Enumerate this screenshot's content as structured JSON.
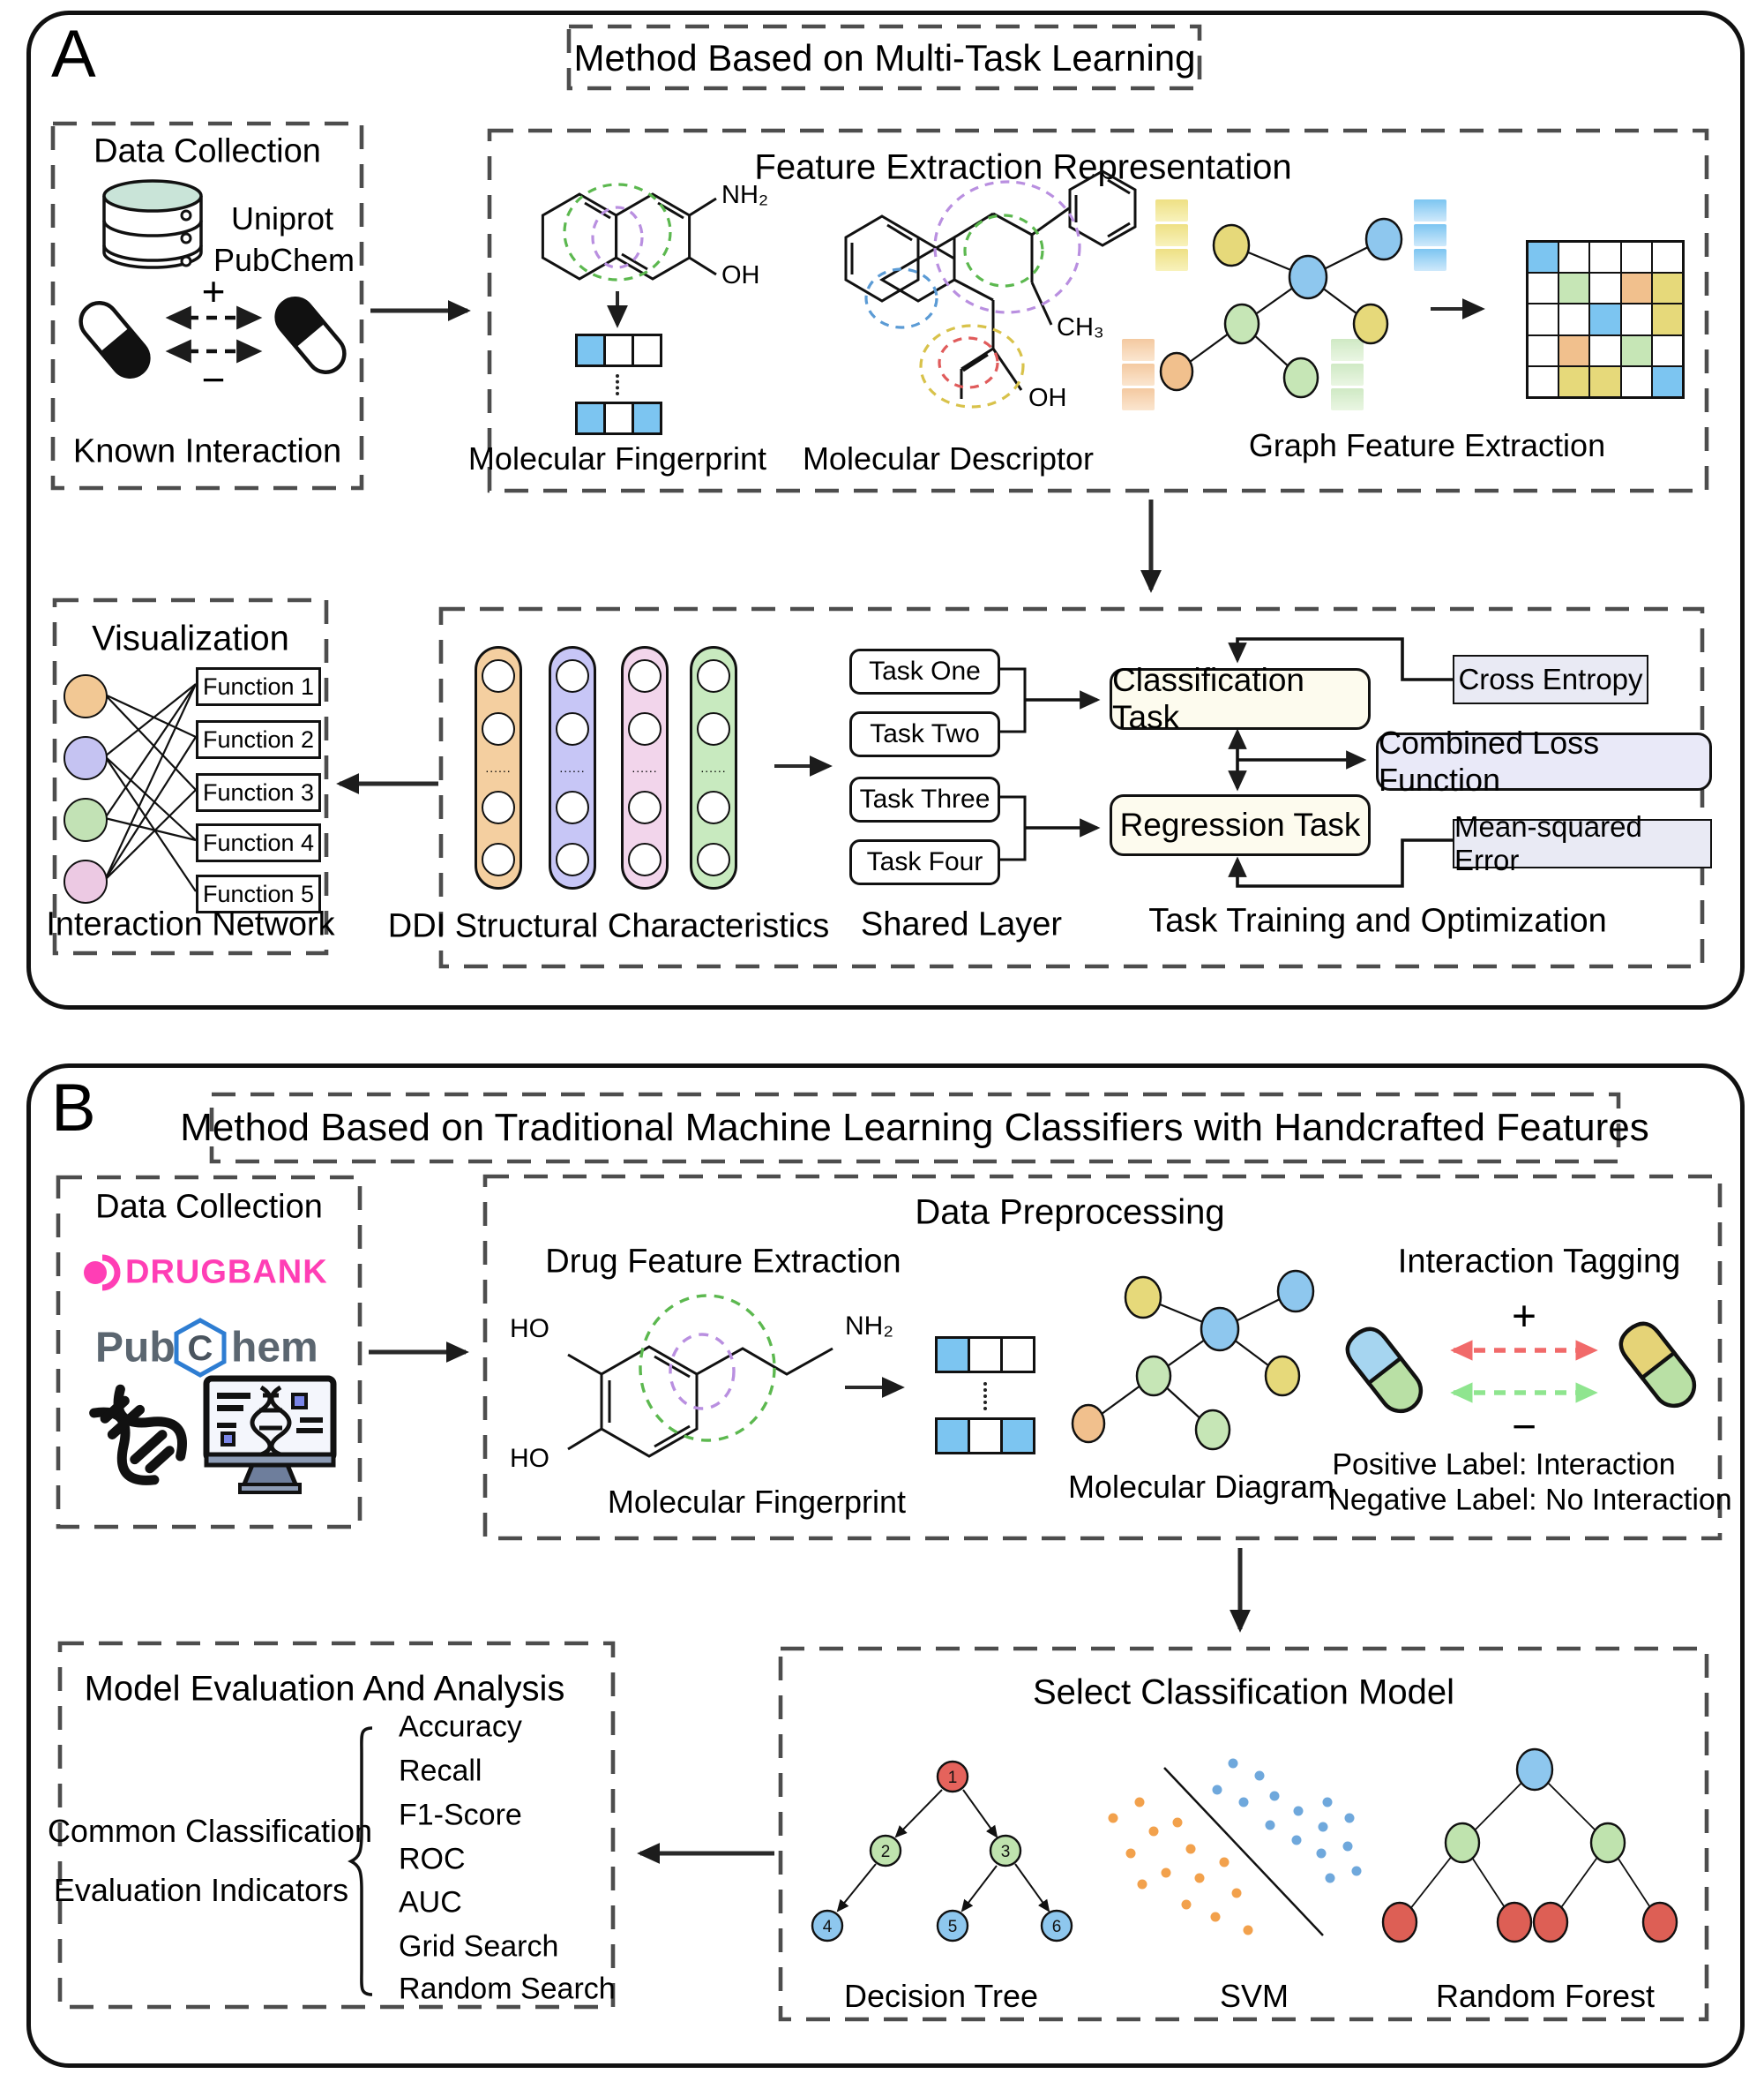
{
  "panelA": {
    "label": "A",
    "title": "Method Based on Multi-Task Learning",
    "data_collection": {
      "title": "Data Collection",
      "uniprot": "Uniprot",
      "pubchem": "PubChem",
      "plus": "+",
      "minus": "−",
      "caption": "Known Interaction"
    },
    "feature_extraction": {
      "title": "Feature Extraction Representation",
      "nh2": "NH₂",
      "oh1": "OH",
      "ch3": "CH₃",
      "oh2": "OH",
      "fingerprint_label": "Molecular Fingerprint",
      "descriptor_label": "Molecular Descriptor",
      "graph_label": "Graph Feature Extraction"
    },
    "visualization": {
      "title": "Visualization",
      "functions": [
        "Function 1",
        "Function 2",
        "Function 3",
        "Function 4",
        "Function 5"
      ],
      "caption": "Interaction Network"
    },
    "multitask": {
      "ddi_label": "DDI Structural Characteristics",
      "dots": "......",
      "tasks": [
        "Task One",
        "Task Two",
        "Task Three",
        "Task Four"
      ],
      "shared_layer": "Shared Layer",
      "classification": "Classification Task",
      "regression": "Regression Task",
      "cross_entropy": "Cross Entropy",
      "combined_loss": "Combined Loss Function",
      "mse": "Mean-squared Error",
      "training_label": "Task Training and Optimization"
    }
  },
  "panelB": {
    "label": "B",
    "title": "Method Based on Traditional Machine Learning Classifiers with Handcrafted Features",
    "data_collection": {
      "title": "Data Collection",
      "drugbank": "DRUGBANK",
      "pub": "Pub",
      "c": "C",
      "hem": "hem"
    },
    "preprocessing": {
      "title": "Data Preprocessing",
      "drug_feature_title": "Drug Feature Extraction",
      "ho1": "HO",
      "ho2": "HO",
      "nh2": "NH₂",
      "fingerprint_label": "Molecular Fingerprint",
      "diagram_label": "Molecular Diagram",
      "tagging": {
        "title": "Interaction Tagging",
        "plus": "+",
        "minus": "−",
        "positive": "Positive Label: Interaction",
        "negative": "Negative Label: No Interaction"
      }
    },
    "evaluation": {
      "title": "Model Evaluation And Analysis",
      "left1": "Common Classification",
      "left2": "Evaluation Indicators",
      "indicators": [
        "Accuracy",
        "Recall",
        "F1-Score",
        "ROC",
        "AUC",
        "Grid Search",
        "Random Search"
      ]
    },
    "models": {
      "title": "Select Classification Model",
      "dt_label": "Decision Tree",
      "svm_label": "SVM",
      "rf_label": "Random Forest",
      "nodes": [
        "1",
        "2",
        "3",
        "4",
        "5",
        "6"
      ]
    }
  },
  "matrix": [
    [
      "blue",
      "white",
      "white",
      "white",
      "white"
    ],
    [
      "white",
      "green",
      "white",
      "orange",
      "yellow"
    ],
    [
      "white",
      "white",
      "blue",
      "white",
      "yellow"
    ],
    [
      "white",
      "orange",
      "white",
      "green",
      "white"
    ],
    [
      "white",
      "yellow",
      "yellow",
      "white",
      "blue"
    ]
  ],
  "bits": {
    "a1": [
      "blue",
      "white",
      "white"
    ],
    "a2": [
      "blue",
      "white",
      "blue"
    ],
    "b1": [
      "blue",
      "white",
      "white"
    ],
    "b2": [
      "blue",
      "white",
      "blue"
    ]
  },
  "colors": {
    "blue": "#7cc5f1",
    "green": "#c6e6b6",
    "orange": "#f1c08d",
    "yellow": "#e6d97a",
    "white": "#ffffff",
    "red": "#e5635c",
    "node_blue": "#8ec7ee",
    "viz_orange": "#f2c894",
    "viz_purple": "#c5c3f2",
    "viz_green": "#c2e2b5",
    "viz_pink": "#ecc9e3",
    "col_orange": "#f4cfa0",
    "col_purple": "#c7c6f6",
    "col_pink": "#f2d5eb",
    "col_green": "#c8eabf",
    "cream": "#fdfbee",
    "lavender": "#e9e9f8",
    "drugbank_pink": "#ff3eb5",
    "pubchem_gray": "#5b6670",
    "pubchem_blue": "#2e7dd2",
    "svm_orange": "#f2a14c",
    "svm_blue": "#6fa8dc",
    "arrow_red": "#f16a6a",
    "arrow_green": "#8fe58f"
  }
}
